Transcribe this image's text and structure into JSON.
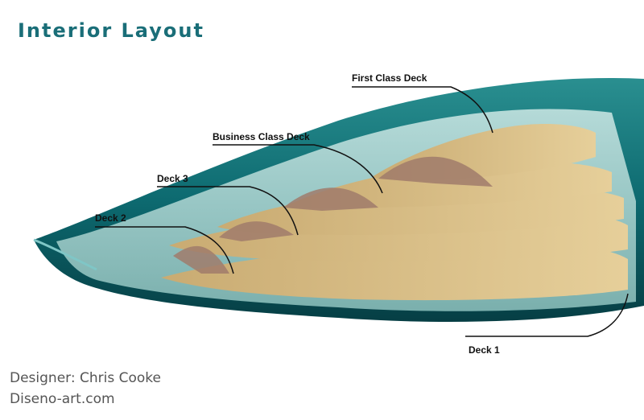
{
  "title": "Interior Layout",
  "labels": {
    "first_class": "First Class Deck",
    "business_class": "Business Class Deck",
    "deck3": "Deck 3",
    "deck2": "Deck 2",
    "deck1": "Deck 1"
  },
  "credits": {
    "designer": "Designer: Chris Cooke",
    "website": "Diseno-art.com"
  },
  "colors": {
    "hull_teal": "#0f6d73",
    "deck_floor": "#d9c08a",
    "title_teal": "#1a6e78"
  }
}
